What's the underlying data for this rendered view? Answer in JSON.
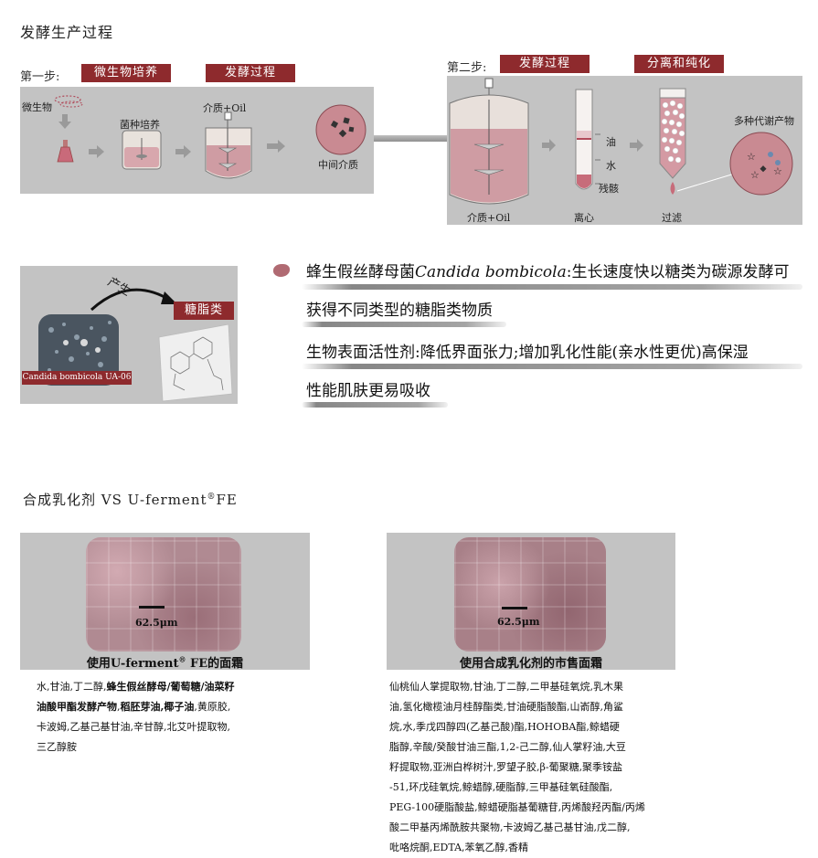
{
  "process": {
    "title": "发酵生产过程",
    "step1": {
      "label": "第一步:",
      "tag1": "微生物培养",
      "tag2": "发酵过程",
      "microbe": "微生物",
      "seed": "菌种培养",
      "medium_oil": "介质+Oil",
      "intermediate": "中间介质"
    },
    "step2": {
      "label": "第二步:",
      "tag1": "发酵过程",
      "tag2": "分离和纯化",
      "medium_oil": "介质+Oil",
      "centrifuge": "离心",
      "filtration": "过滤",
      "metabolites": "多种代谢产物",
      "layer_oil": "油",
      "layer_water": "水",
      "layer_residue": "残骸"
    }
  },
  "strain": {
    "produce": "产生",
    "tag": "糖脂类",
    "culture_label": "Candida bombicola UA-06",
    "line1_prefix": "蜂生假丝酵母菌",
    "line1_italic": "Candida bombicola",
    "line1_suffix": ":生长速度快以糖类为碳源发酵可",
    "line2": "获得不同类型的糖脂类物质",
    "line3": "生物表面活性剂:降低界面张力;增加乳化性能(亲水性更优)高保湿",
    "line4": "性能肌肤更易吸收"
  },
  "compare": {
    "title_prefix": "合成乳化剂 VS U-ferment",
    "title_sup": "®",
    "title_suffix": "FE",
    "left": {
      "scale": "62.5μm",
      "caption_prefix": "使用U-ferment",
      "caption_sup": "®",
      "caption_suffix": " FE的面霜",
      "ingr_a": "水,甘油,丁二醇,",
      "ingr_b": "蜂生假丝酵母/葡萄糖/油菜籽",
      "ingr_c": "油酸甲酯发酵产物",
      "ingr_d": ",",
      "ingr_e": "稻胚芽油,椰子油",
      "ingr_f": ",黄原胶,",
      "ingr_g": "卡波姆,乙基己基甘油,辛甘醇,北艾叶提取物,",
      "ingr_h": "三乙醇胺"
    },
    "right": {
      "scale": "62.5μm",
      "caption": "使用合成乳化剂的市售面霜",
      "lines": [
        "仙桃仙人掌提取物,甘油,丁二醇,二甲基硅氧烷,乳木果",
        "油,氢化橄榄油月桂醇酯类,甘油硬脂酸酯,山嵛醇,角鲨",
        "烷,水,季戊四醇四(乙基己酸)酯,HOHOBA酯,鲸蜡硬",
        "脂醇,辛酸/癸酸甘油三酯,1,2-己二醇,仙人掌籽油,大豆",
        "籽提取物,亚洲白桦树汁,罗望子胶,β-葡聚糖,聚季铵盐",
        "-51,环戊硅氧烷,鲸蜡醇,硬脂醇,三甲基硅氧硅酸酯,",
        "PEG-100硬脂酸盐,鲸蜡硬脂基葡糖苷,丙烯酸羟丙酯/丙烯",
        "酸二甲基丙烯酰胺共聚物,卡波姆乙基己基甘油,戊二醇,",
        "吡咯烷酮,EDTA,苯氧乙醇,香精"
      ]
    }
  },
  "colors": {
    "tag_bg": "#8e2a2d",
    "panel_bg": "#c3c3c3",
    "liquid_pink": "#c98a92"
  }
}
